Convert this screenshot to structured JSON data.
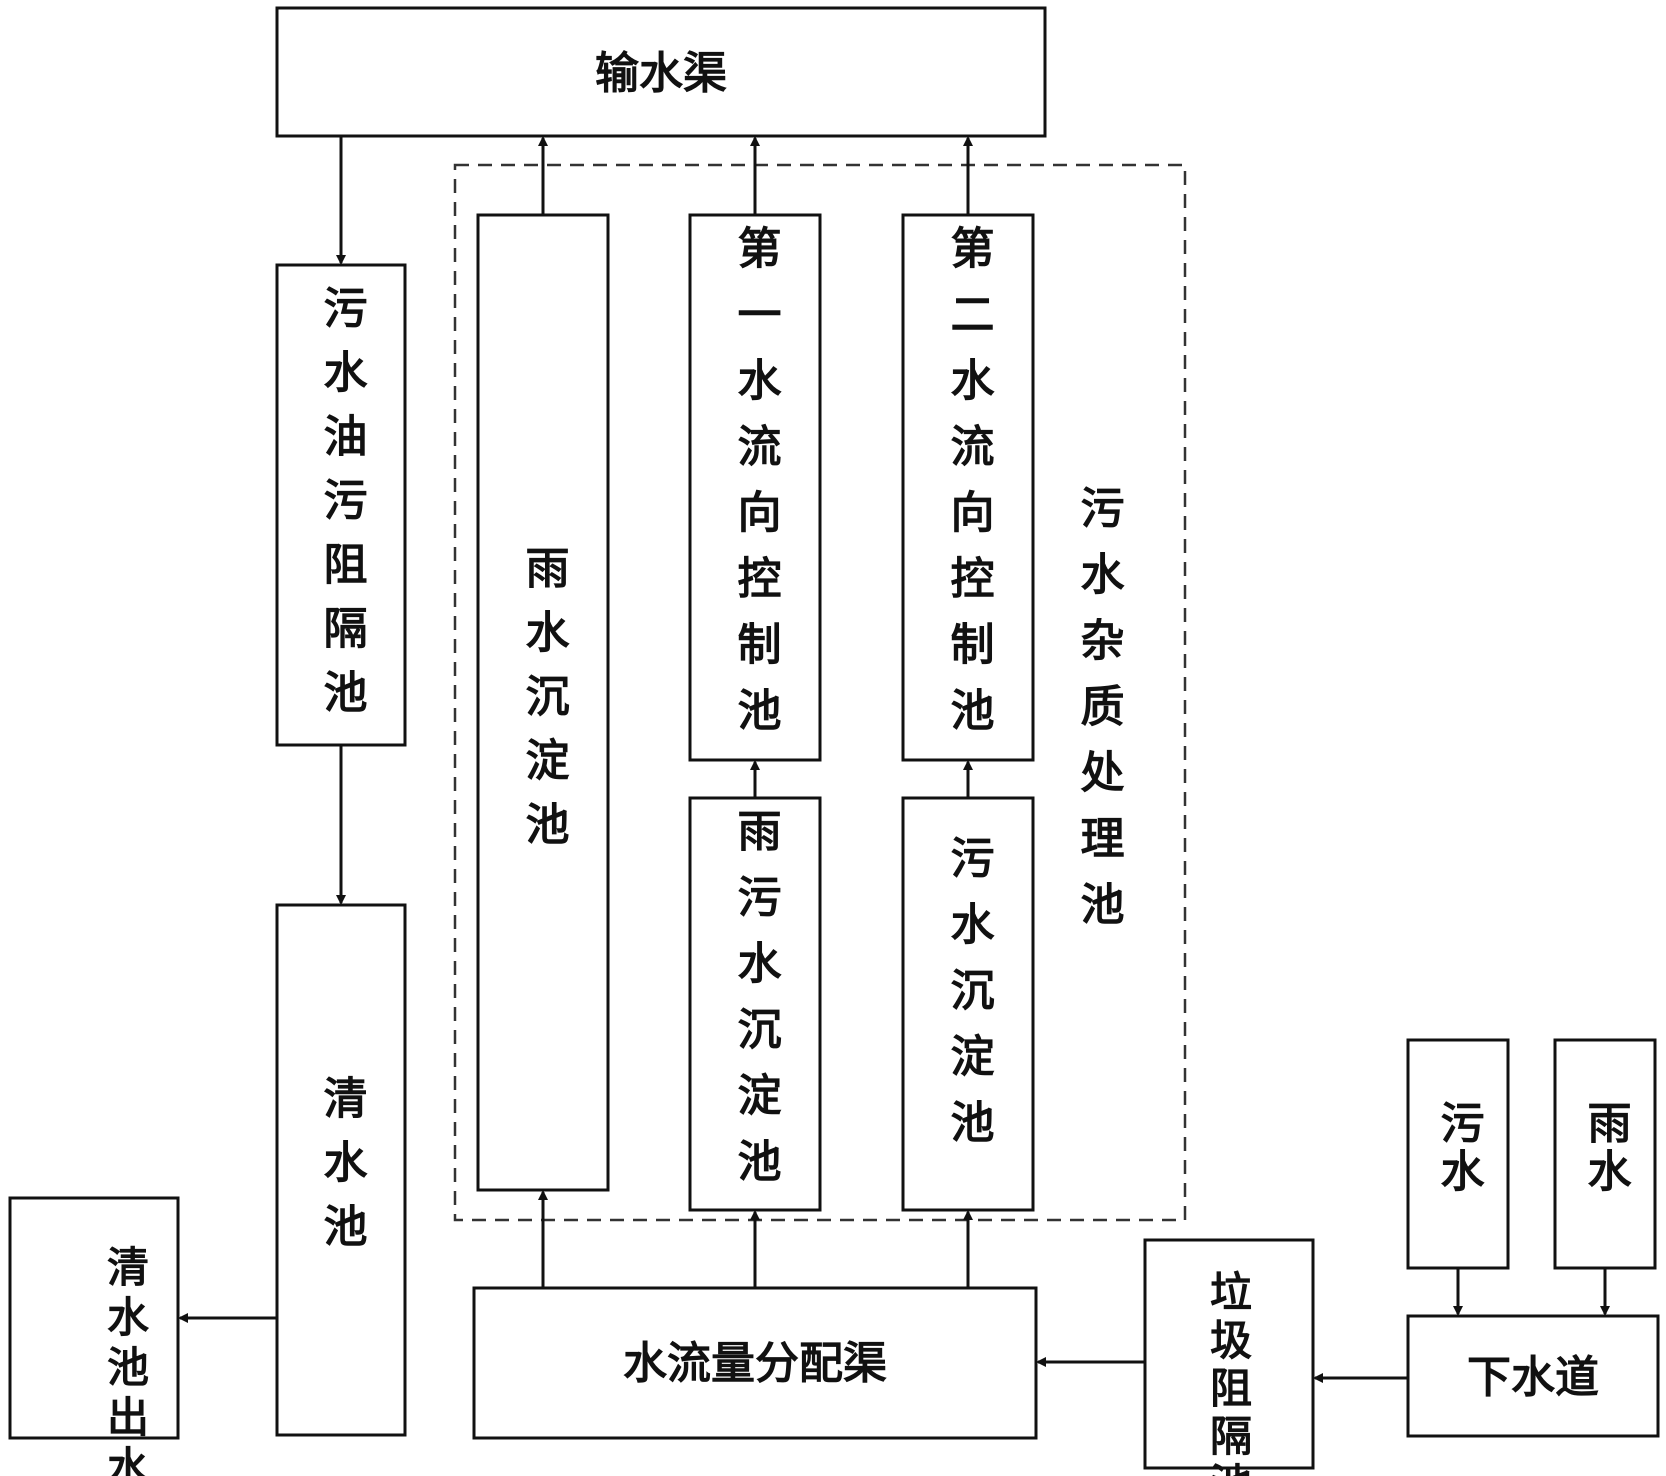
{
  "nodes": {
    "conveyance_canal": "输水渠",
    "oil_barrier_pool": "污水油污阻隔池",
    "clear_water_pool": "清水池",
    "clear_water_outlet": "清水池出水渠",
    "rain_settling_pool": "雨水沉淀池",
    "first_flow_control": "第一水流向控制池",
    "second_flow_control": "第二水流向控制池",
    "mixed_settling_pool": "雨污水沉淀池",
    "sewage_settling_pool": "污水沉淀池",
    "impurity_group": "污水杂质处理池",
    "distribution_canal": "水流量分配渠",
    "garbage_barrier_pool": "垃圾阻隔池",
    "sewer": "下水道",
    "sewage_source": "污水",
    "rain_source": "雨水"
  }
}
